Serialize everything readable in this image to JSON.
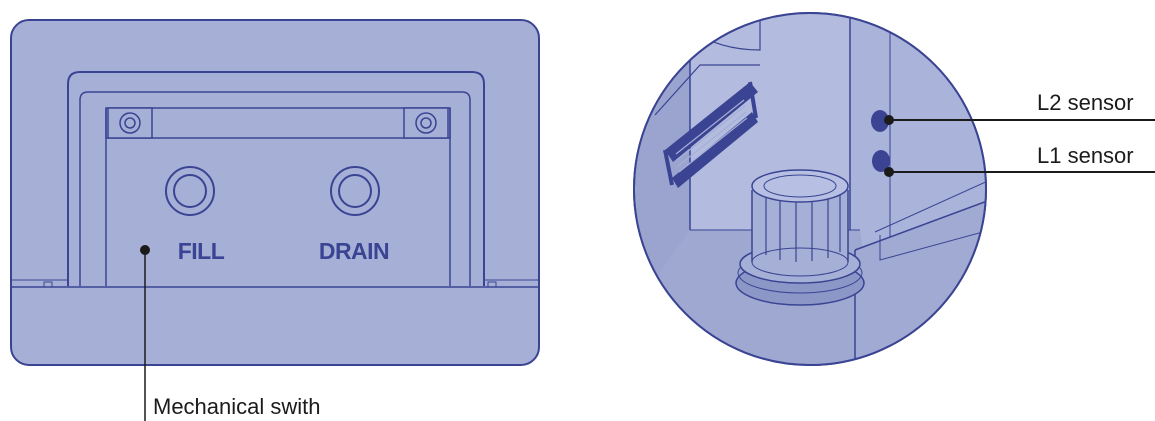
{
  "colors": {
    "panel_fill": "#a6b0d6",
    "panel_stroke": "#3a4493",
    "line_dark": "#1b1b1b",
    "text_dark": "#1b1b1b",
    "panel_text": "#3a4493"
  },
  "left_panel": {
    "fill_label": "FILL",
    "drain_label": "DRAIN",
    "callout": "Mechanical swith"
  },
  "right_panel": {
    "callouts": {
      "l2": "L2 sensor",
      "l1": "L1 sensor"
    }
  }
}
